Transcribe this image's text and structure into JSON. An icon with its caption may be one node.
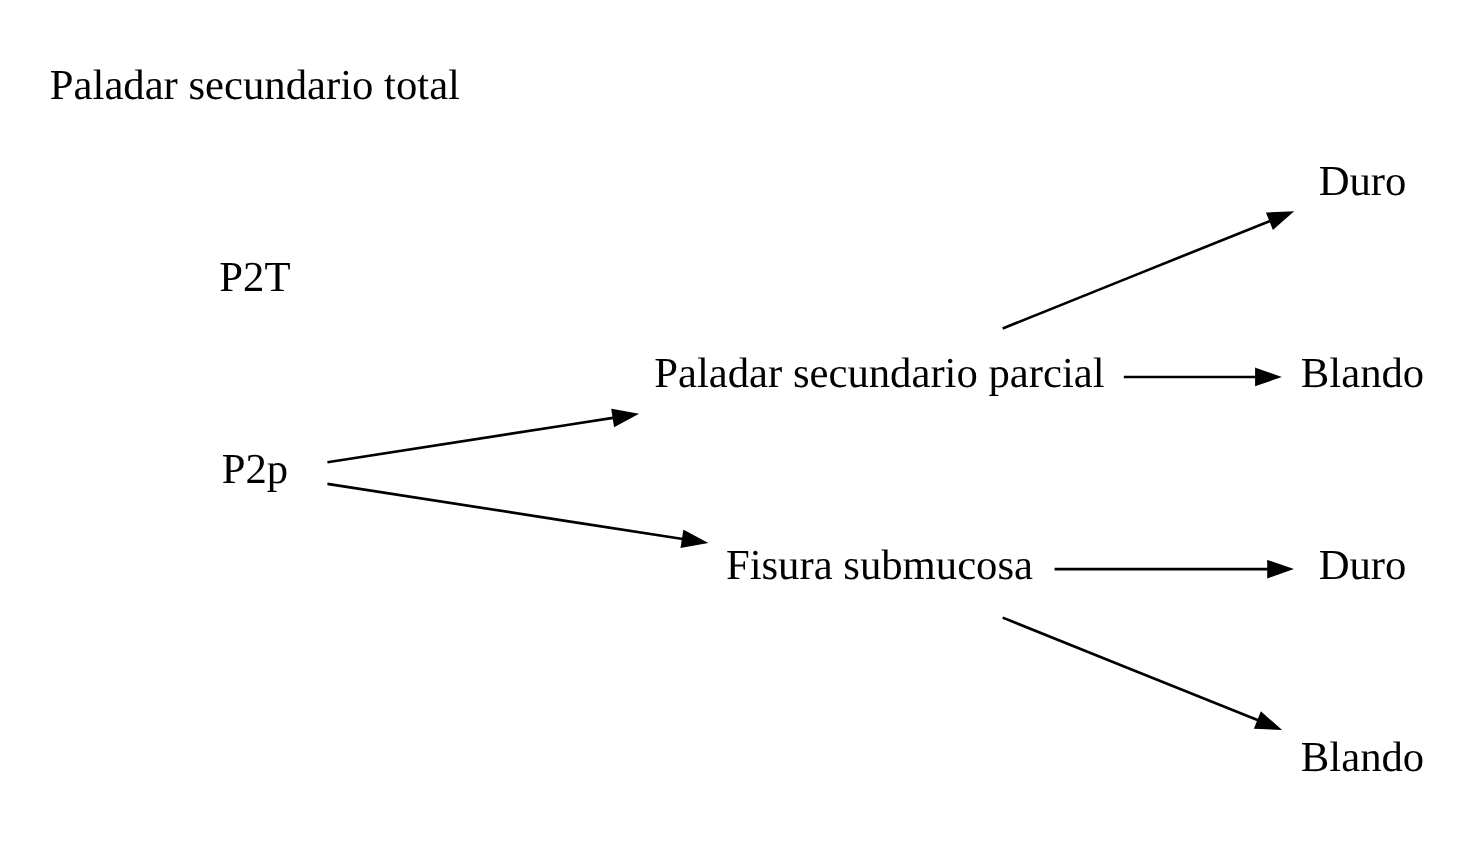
{
  "diagram": {
    "nodes": [
      {
        "text": [
          "P2p"
        ]
      },
      {
        "text": [
          "Paladar secundario parcial"
        ]
      },
      {
        "text": [
          "Duro"
        ]
      },
      {
        "text": [
          "Blando"
        ]
      },
      {
        "text": [
          "Fisura submucosa"
        ]
      },
      {
        "text": [
          "Duro"
        ]
      },
      {
        "text": [
          "Blando"
        ]
      }
    ],
    "edges": [
      {
        "from": 0,
        "to": 1,
        "arrow": "to"
      },
      {
        "from": 0,
        "to": 4,
        "arrow": "to"
      },
      {
        "from": 1,
        "to": 2,
        "arrow": "to"
      },
      {
        "from": 1,
        "to": 3,
        "arrow": "to"
      },
      {
        "from": 4,
        "to": 5,
        "arrow": "to"
      },
      {
        "from": 4,
        "to": 6,
        "arrow": "to"
      }
    ],
    "labels": [
      "P2T",
      "Paladar secundario total"
    ]
  }
}
